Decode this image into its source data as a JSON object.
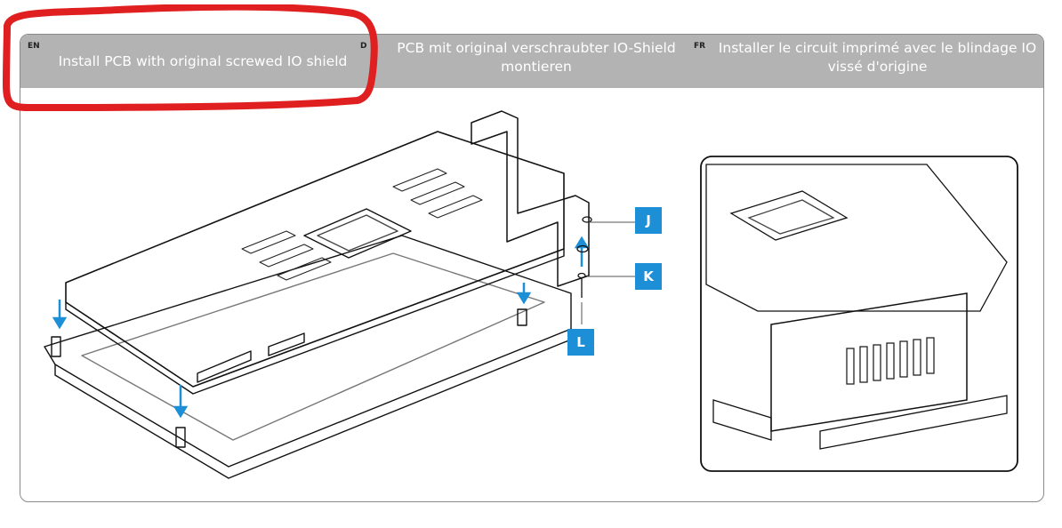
{
  "header": {
    "en": {
      "lang": "EN",
      "text": "Install PCB with original screwed IO shield"
    },
    "de": {
      "lang": "D",
      "text": "PCB mit original verschraubter IO-Shield montieren"
    },
    "fr": {
      "lang": "FR",
      "text": "Installer le circuit imprimé avec le blindage IO vissé d'origine"
    }
  },
  "callouts": [
    {
      "label": "J"
    },
    {
      "label": "K"
    },
    {
      "label": "L"
    }
  ],
  "colors": {
    "header_bg": "#b3b3b3",
    "callout_blue": "#1c8fd6",
    "annotation_red": "#e02020"
  },
  "icons": [
    "pcb-illustration",
    "io-shield-detail",
    "screw-arrow-icon"
  ]
}
